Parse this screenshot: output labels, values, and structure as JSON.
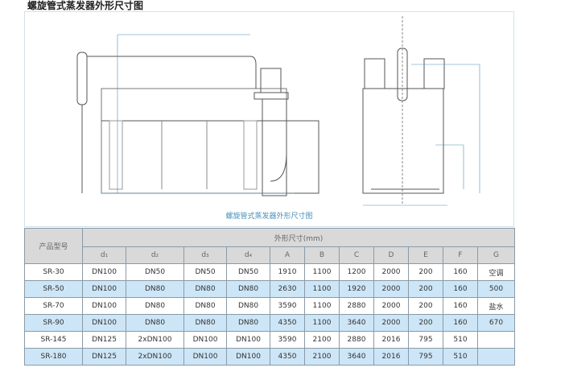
{
  "title": "螺旋管式蒸发器外形尺寸图",
  "diagram": {
    "caption": "螺旋管式蒸发器外形尺寸图"
  },
  "table": {
    "model_header": "产品型号",
    "group_header": "外形尺寸(mm)",
    "columns": [
      "d₁",
      "d₂",
      "d₃",
      "d₄",
      "A",
      "B",
      "C",
      "D",
      "E",
      "F",
      "G"
    ],
    "rows": [
      [
        "SR-30",
        "DN100",
        "DN50",
        "DN50",
        "DN50",
        "1910",
        "1100",
        "1200",
        "2000",
        "200",
        "160",
        "空调"
      ],
      [
        "SR-50",
        "DN100",
        "DN80",
        "DN80",
        "DN80",
        "2630",
        "1100",
        "1920",
        "2000",
        "200",
        "160",
        "500"
      ],
      [
        "SR-70",
        "DN100",
        "DN80",
        "DN80",
        "DN80",
        "3590",
        "1100",
        "2880",
        "2000",
        "200",
        "160",
        "盐水"
      ],
      [
        "SR-90",
        "DN100",
        "DN80",
        "DN80",
        "DN80",
        "4350",
        "1100",
        "3640",
        "2000",
        "200",
        "160",
        "670"
      ],
      [
        "SR-145",
        "DN125",
        "2xDN100",
        "DN100",
        "DN100",
        "3590",
        "2100",
        "2880",
        "2016",
        "795",
        "510",
        ""
      ],
      [
        "SR-180",
        "DN125",
        "2xDN100",
        "DN100",
        "DN100",
        "4350",
        "2100",
        "3640",
        "2016",
        "795",
        "510",
        ""
      ]
    ]
  }
}
